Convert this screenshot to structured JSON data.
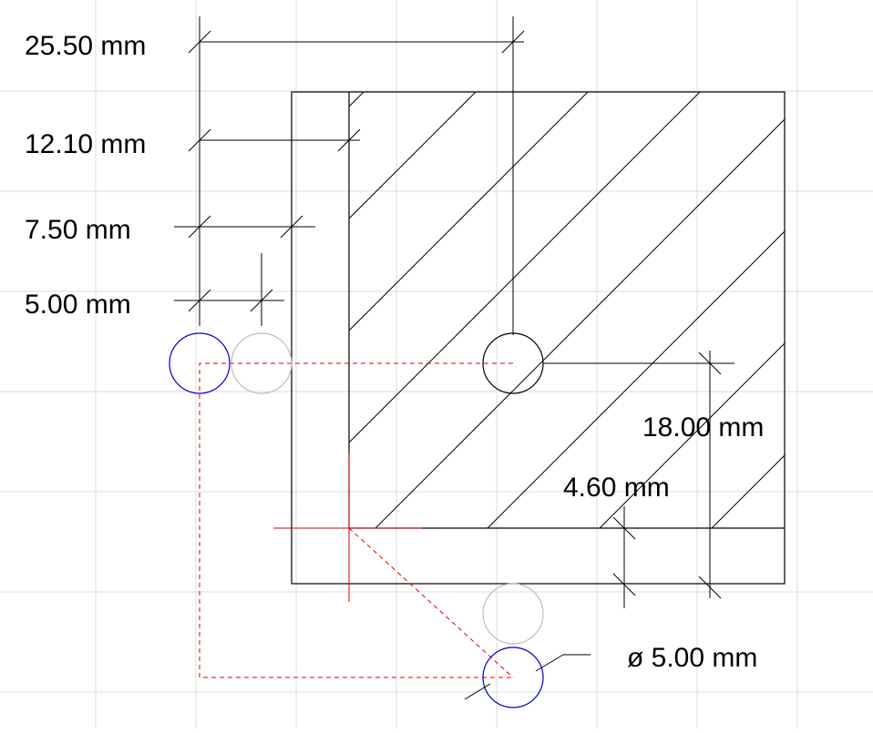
{
  "colors": {
    "background": "#ffffff",
    "grid": "#dcdcdc",
    "ink": "#000000",
    "guide": "#e00000",
    "selected_circle": "#0000c8",
    "ghost_circle": "#bdbdbd"
  },
  "dimensions": {
    "dim_25_50": "25.50 mm",
    "dim_12_10": "12.10 mm",
    "dim_7_50": "7.50 mm",
    "dim_5_00": "5.00 mm",
    "dim_18_00": "18.00 mm",
    "dim_4_60": "4.60 mm",
    "dim_diameter": "ø 5.00 mm"
  }
}
